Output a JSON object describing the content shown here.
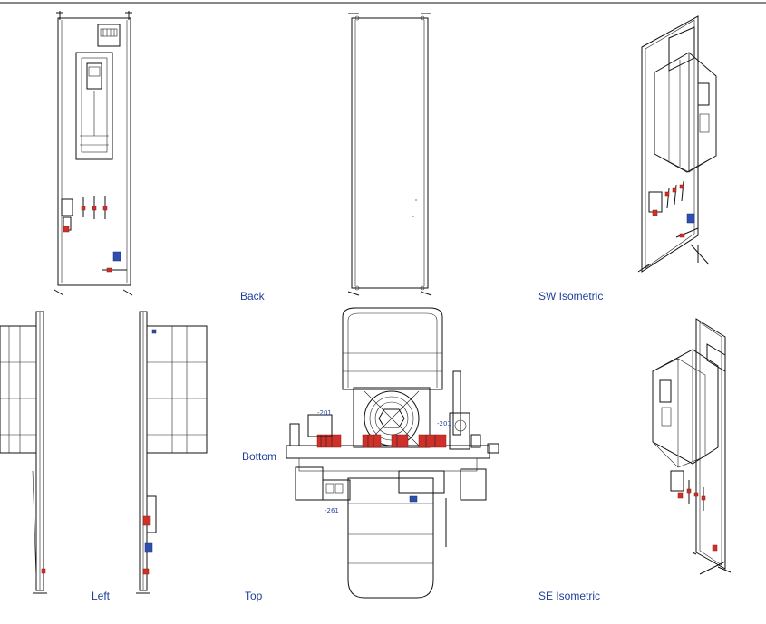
{
  "views": {
    "back": "Back",
    "sw_isometric": "SW Isometric",
    "bottom": "Bottom",
    "left": "Left",
    "top": "Top",
    "se_isometric": "SE Isometric"
  },
  "annotations": {
    "a1": "-201",
    "a2": "-201",
    "a3": "-261"
  },
  "colors": {
    "label": "#1f3f9a",
    "line": "#111111",
    "accent_red": "#d0302a",
    "accent_blue": "#2f4fb0"
  }
}
